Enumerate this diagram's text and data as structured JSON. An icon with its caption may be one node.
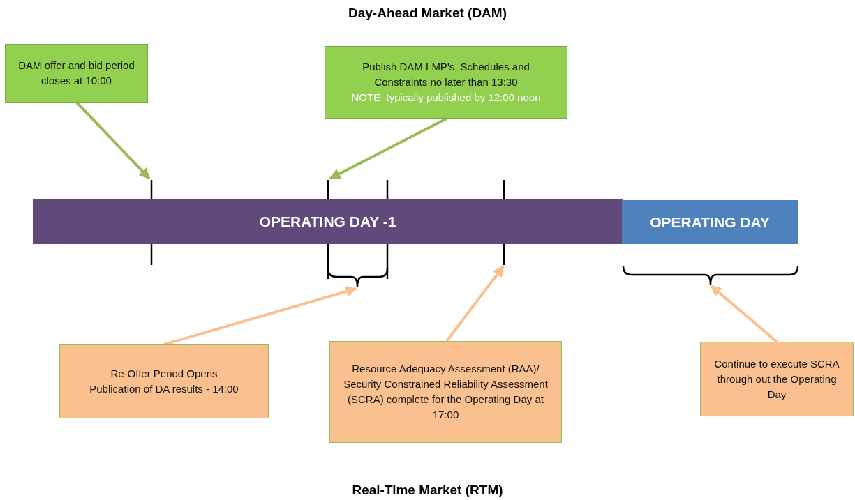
{
  "diagram": {
    "title": "Day-Ahead Market (DAM)",
    "caption": "Real-Time Market (RTM)",
    "nodes": [
      {
        "text": [
          "DAM offer and bid period closes at 10:00"
        ]
      },
      {
        "text": [
          "Publish DAM LMP's, Schedules and Constraints no later than  13:30",
          "NOTE: typically published by 12:00  noon"
        ]
      },
      {
        "text": [
          "OPERATING DAY -1"
        ]
      },
      {
        "text": [
          "OPERATING DAY"
        ]
      },
      {
        "text": [
          "Re-Offer Period Opens",
          "Publication of DA results - 14:00"
        ]
      },
      {
        "text": [
          "Resource Adequacy Assessment (RAA)/ Security Constrained Reliability Assessment (SCRA) complete for the Operating Day at 17:00"
        ]
      },
      {
        "text": [
          "Continue to execute SCRA through out the Operating Day"
        ]
      },
      {
        "text": [],
        "shape": "line"
      },
      {
        "text": [],
        "shape": "line"
      },
      {
        "text": [],
        "shape": "line"
      },
      {
        "text": [],
        "shape": "line"
      },
      {
        "text": [],
        "shape": "bracket"
      },
      {
        "text": [],
        "shape": "bracket"
      }
    ],
    "edges": [
      {
        "from": 0,
        "to": 7,
        "arrow": "to",
        "color": "#9bbb59"
      },
      {
        "from": 1,
        "to": 8,
        "arrow": "to",
        "color": "#9bbb59"
      },
      {
        "from": 4,
        "to": 11,
        "arrow": "to"
      },
      {
        "from": 5,
        "to": 10,
        "arrow": "to"
      },
      {
        "from": 6,
        "to": 12,
        "arrow": "to"
      }
    ]
  }
}
